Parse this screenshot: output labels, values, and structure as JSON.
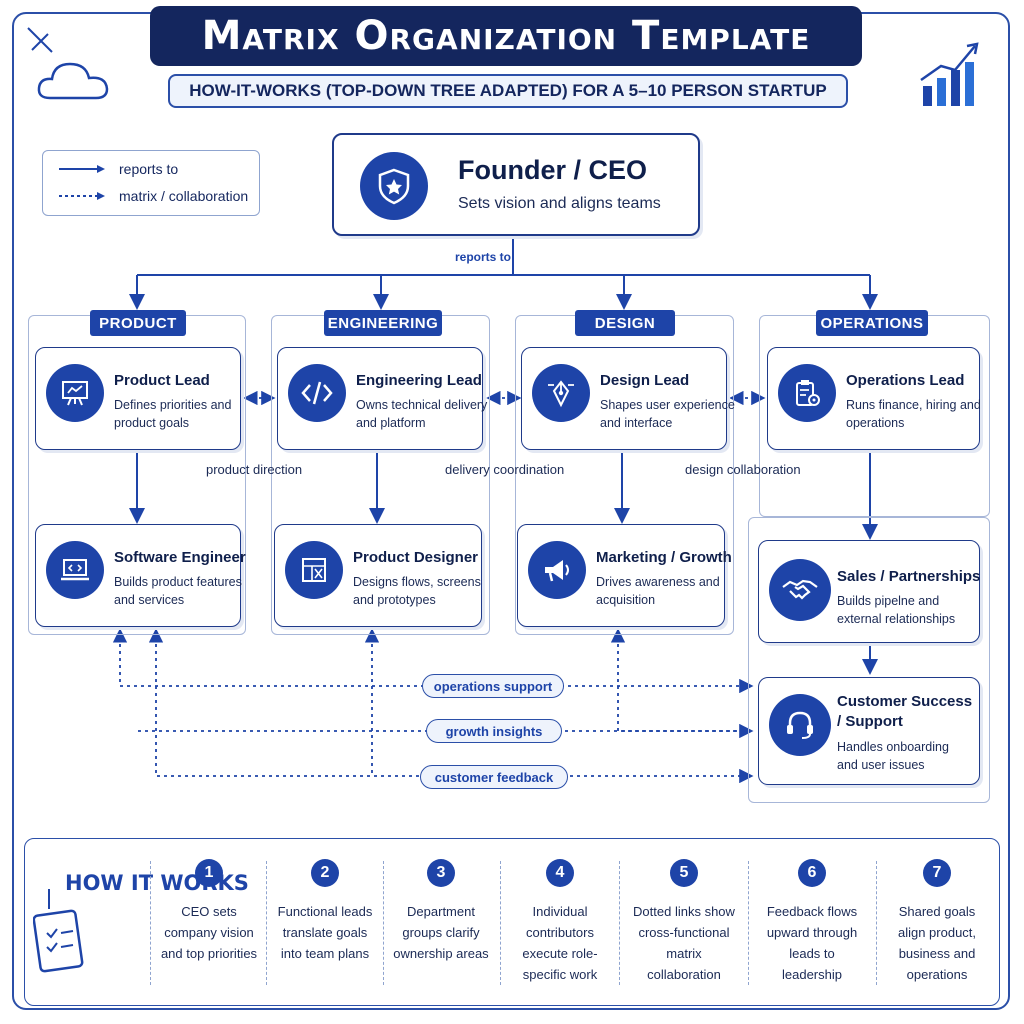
{
  "header": {
    "title": "Matrix Organization Template",
    "subtitle": "HOW-IT-WORKS (TOP-DOWN TREE ADAPTED) FOR A 5–10 PERSON STARTUP"
  },
  "legend": {
    "solid": "reports to",
    "dotted": "matrix / collaboration"
  },
  "ceo": {
    "title": "Founder / CEO",
    "desc": "Sets vision and aligns teams",
    "edge_label": "reports to"
  },
  "departments": [
    {
      "label": "PRODUCT"
    },
    {
      "label": "ENGINEERING"
    },
    {
      "label": "DESIGN"
    },
    {
      "label": "OPERATIONS"
    }
  ],
  "leads": [
    {
      "title": "Product Lead",
      "desc": "Defines priorities and product goals",
      "icon": "presentation-board-icon"
    },
    {
      "title": "Engineering Lead",
      "desc": "Owns technical delivery and platform",
      "icon": "code-icon"
    },
    {
      "title": "Design Lead",
      "desc": "Shapes user experience and interface",
      "icon": "pen-nib-icon"
    },
    {
      "title": "Operations Lead",
      "desc": "Runs finance, hiring and operations",
      "icon": "clipboard-gear-icon"
    }
  ],
  "members": [
    {
      "title": "Software Engineer",
      "desc": "Builds product features and services",
      "icon": "laptop-code-icon"
    },
    {
      "title": "Product Designer",
      "desc": "Designs flows, screens and prototypes",
      "icon": "wireframe-icon"
    },
    {
      "title": "Marketing / Growth",
      "desc": "Drives awareness and acquisition",
      "icon": "megaphone-icon"
    },
    {
      "title": "Sales / Partnerships",
      "desc": "Builds pipelne and external relationships",
      "icon": "handshake-icon"
    },
    {
      "title": "Customer Success / Support",
      "desc": "Handles onboarding and user issues",
      "icon": "headset-icon"
    }
  ],
  "edge_labels": {
    "product": "product direction",
    "delivery": "delivery coordination",
    "design": "design collaboration"
  },
  "feedback_pills": {
    "ops": "operations support",
    "growth": "growth insights",
    "customer": "customer feedback"
  },
  "how_it_works": {
    "title": "HOW IT WORKS",
    "steps": [
      {
        "num": "1",
        "text": "CEO sets company vision and top priorities"
      },
      {
        "num": "2",
        "text": "Functional leads translate goals into team plans"
      },
      {
        "num": "3",
        "text": "Department groups clarify ownership areas"
      },
      {
        "num": "4",
        "text": "Individual contributors execute role-specific work"
      },
      {
        "num": "5",
        "text": "Dotted links show cross-functional matrix collaboration"
      },
      {
        "num": "6",
        "text": "Feedback flows upward through leads to leadership"
      },
      {
        "num": "7",
        "text": "Shared goals align product, business and operations"
      }
    ]
  },
  "colors": {
    "navy": "#14265e",
    "accent": "#1e44a8",
    "line": "#2b4fa8"
  }
}
